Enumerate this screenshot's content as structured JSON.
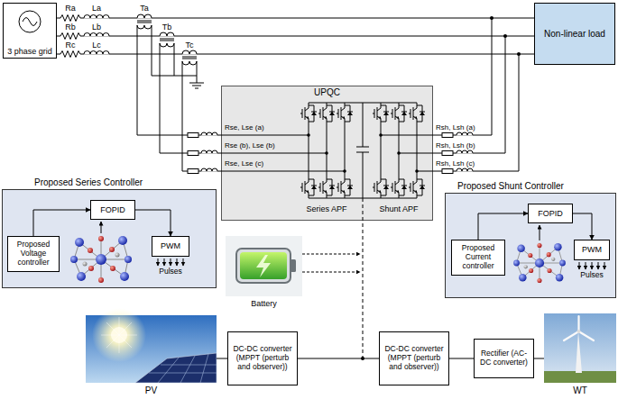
{
  "diagram": {
    "nodes": [
      {
        "text": [
          "3 phase grid"
        ]
      },
      {
        "text": [
          "Non-linear load"
        ]
      },
      {
        "text": [
          "UPQC"
        ]
      },
      {
        "text": [
          "Proposed Series Controller"
        ]
      },
      {
        "text": [
          "Proposed Voltage controller"
        ],
        "in": 3
      },
      {
        "text": [
          "FOPID"
        ],
        "in": 3
      },
      {
        "text": [
          "PWM"
        ],
        "in": 3
      },
      {
        "text": [
          "Proposed Shunt Controller"
        ]
      },
      {
        "text": [
          "Proposed Current controller"
        ],
        "in": 7
      },
      {
        "text": [
          "FOPID"
        ],
        "in": 7
      },
      {
        "text": [
          "PWM"
        ],
        "in": 7
      },
      {
        "text": [
          "Battery"
        ]
      },
      {
        "text": [
          "PV"
        ]
      },
      {
        "text": [
          "DC-DC converter (MPPT (perturb and observer))"
        ]
      },
      {
        "text": [
          "DC-DC converter (MPPT (perturb and observer))"
        ]
      },
      {
        "text": [
          "Rectifier (AC-DC converter)"
        ]
      },
      {
        "text": [
          "WT"
        ]
      }
    ],
    "edges": [
      {
        "from": 0,
        "to": 1,
        "arrow": "none"
      },
      {
        "from": 0,
        "to": 1,
        "arrow": "none"
      },
      {
        "from": 0,
        "to": 1,
        "arrow": "none"
      },
      {
        "from": 4,
        "to": 5,
        "arrow": "to"
      },
      {
        "from": 5,
        "to": 6,
        "arrow": "to"
      },
      {
        "from": 8,
        "to": 9,
        "arrow": "to"
      },
      {
        "from": 9,
        "to": 10,
        "arrow": "to"
      },
      {
        "from": 12,
        "to": 13,
        "arrow": "none"
      },
      {
        "from": 13,
        "to": 14,
        "arrow": "none"
      },
      {
        "from": 15,
        "to": 14,
        "arrow": "none"
      },
      {
        "from": 16,
        "to": 15,
        "arrow": "none"
      }
    ],
    "labels": [
      "Ra",
      "La",
      "Rb",
      "Lb",
      "Rc",
      "Lc",
      "Ta",
      "Tb",
      "Tc",
      "Rse, Lse (a)",
      "Rse (b), Lse (b)",
      "Rse, Lse (c)",
      "Rsh, Lsh (a)",
      "Rsh, Lsh (b)",
      "Rsh, Lsh (c)",
      "Series APF",
      "Shunt APF",
      "Pulses",
      "Pulses"
    ]
  }
}
